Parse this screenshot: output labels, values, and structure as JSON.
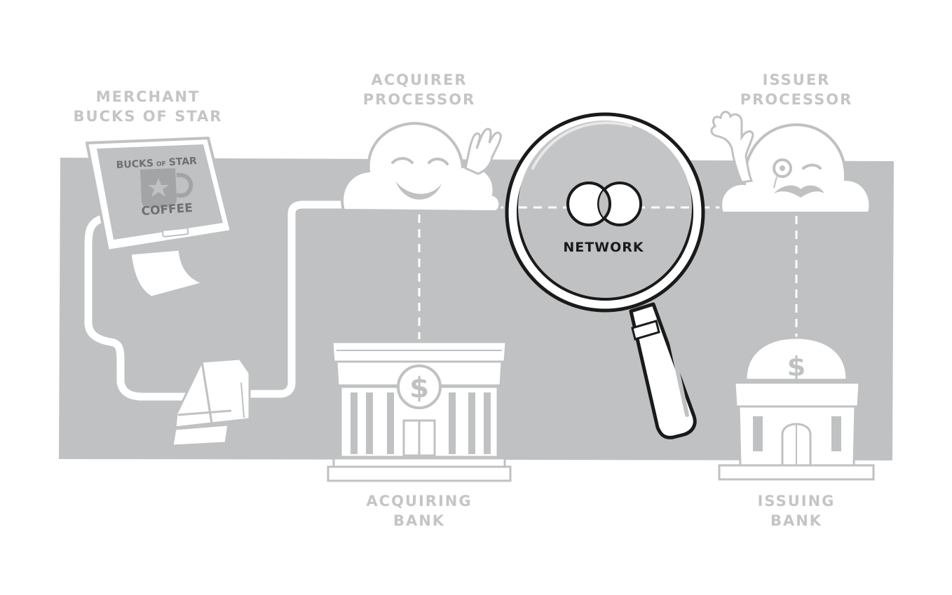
{
  "labels": {
    "merchant_line1": "MERCHANT",
    "merchant_line2": "BUCKS OF STAR",
    "acquirer_line1": "ACQUIRER",
    "acquirer_line2": "PROCESSOR",
    "issuer_line1": "ISSUER",
    "issuer_line2": "PROCESSOR",
    "acquiring_line1": "ACQUIRING",
    "acquiring_line2": "BANK",
    "issuing_line1": "ISSUING",
    "issuing_line2": "BANK",
    "network": "NETWORK"
  },
  "screen": {
    "brand_left": "BUCKS",
    "brand_mid": "OF",
    "brand_right": "STAR",
    "product": "COFFEE"
  },
  "bank_symbol": "$",
  "colors": {
    "band": "#bfc1c2",
    "label": "#c3c5c6",
    "outline": "#1a1a1a",
    "white": "#ffffff"
  },
  "icons": [
    "pos-terminal-icon",
    "card-reader-icon",
    "acquirer-cloud-icon",
    "issuer-cloud-icon",
    "magnifying-glass-icon",
    "network-logo-icon",
    "acquiring-bank-icon",
    "issuing-bank-icon"
  ]
}
